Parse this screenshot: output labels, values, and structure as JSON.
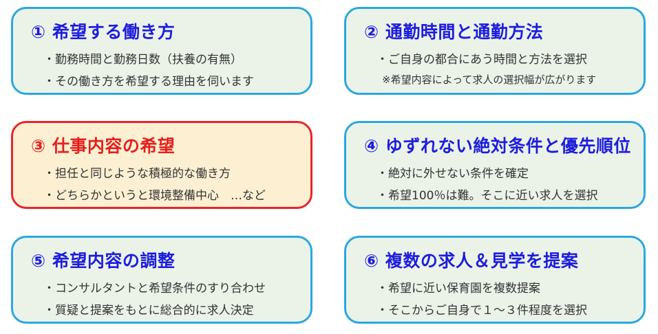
{
  "boxes": [
    {
      "title": "① 希望する働き方",
      "lines": [
        "・勤務時間と勤務日数（扶養の有無）",
        "・その働き方を希望する理由を伺います"
      ]
    },
    {
      "title": "② 通勤時間と通勤方法",
      "lines": [
        "・ご自身の都合にあう時間と方法を選択",
        "※希望内容によって求人の選択幅が広がります"
      ]
    },
    {
      "title": "③ 仕事内容の希望",
      "lines": [
        "・担任と同じような積極的な働き方",
        "・どちらかというと環境整備中心　…など"
      ]
    },
    {
      "title": "④ ゆずれない絶対条件と優先順位",
      "lines": [
        "・絶対に外せない条件を確定",
        "・希望100％は難。そこに近い求人を選択"
      ]
    },
    {
      "title": "⑤ 希望内容の調整",
      "lines": [
        "・コンサルタントと希望条件のすり合わせ",
        "・質疑と提案をもとに総合的に求人決定"
      ]
    },
    {
      "title": "⑥ 複数の求人＆見学を提案",
      "lines": [
        "・希望に近い保育園を複数提案",
        "・そこからご自身で１～３件程度を選択"
      ]
    }
  ]
}
